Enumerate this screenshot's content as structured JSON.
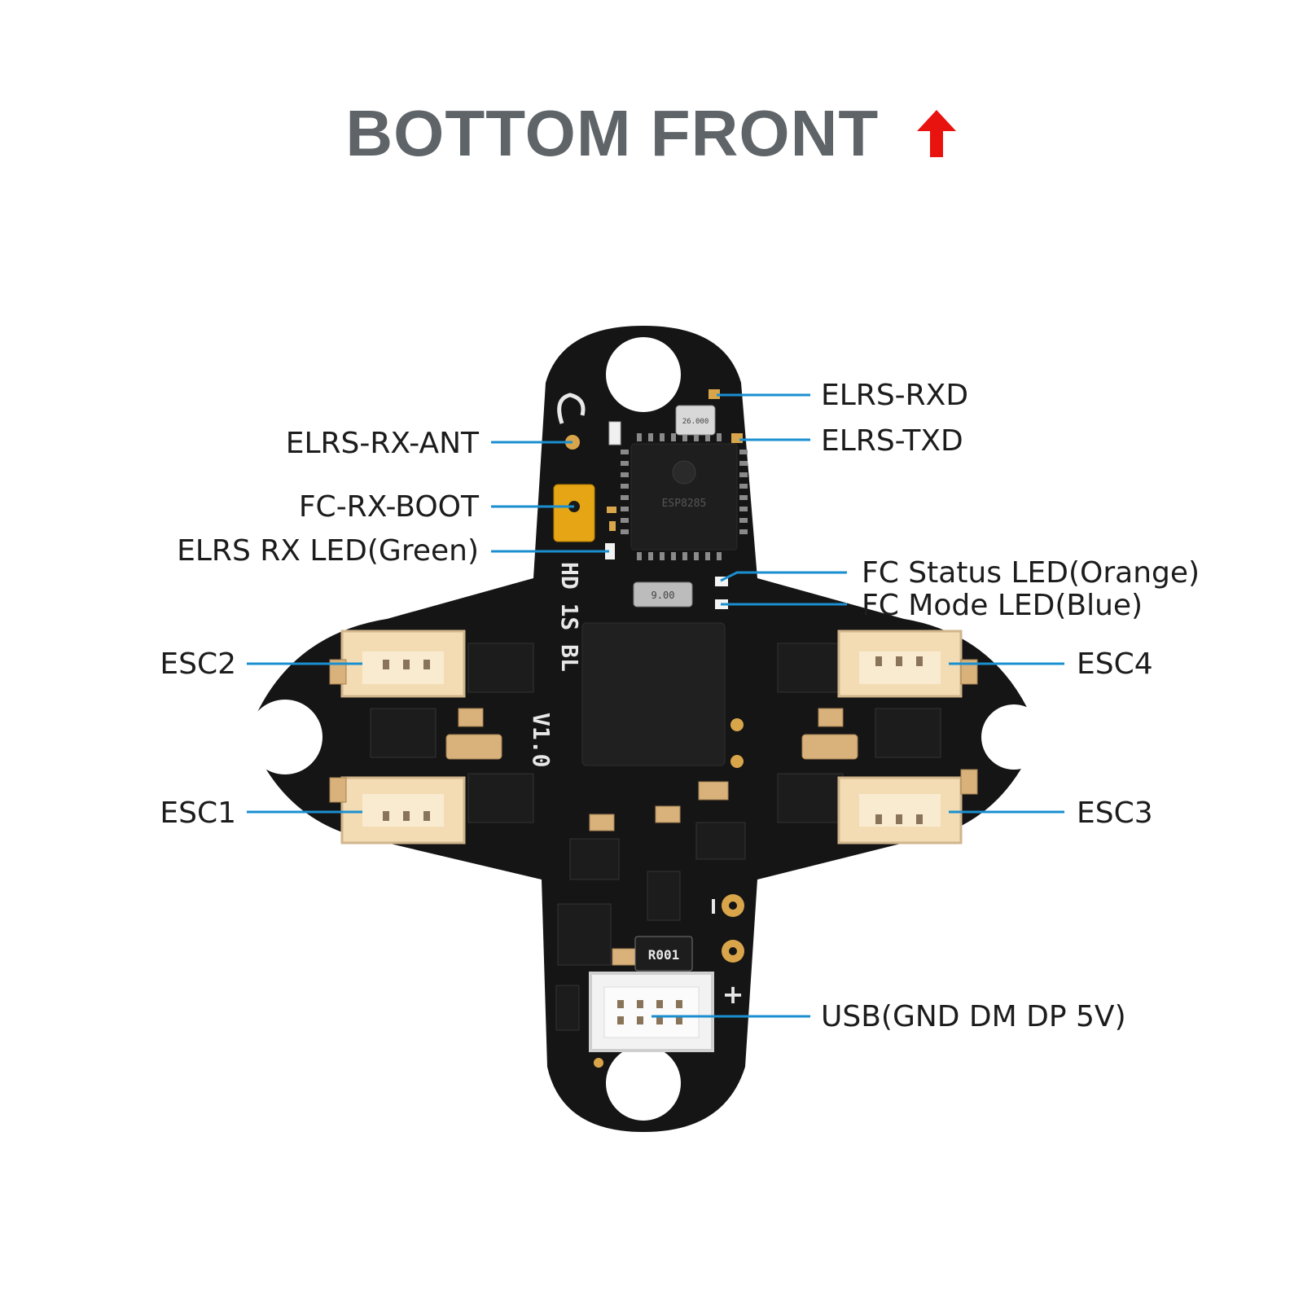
{
  "heading": {
    "text": "BOTTOM FRONT",
    "arrow_icon": "up-arrow-icon",
    "arrow_color": "#e8130f"
  },
  "board": {
    "silkscreen": [
      "HD 1S BL",
      "V1.0"
    ],
    "chip_marks": [
      "ESP8285",
      "9.00",
      "R001",
      "26.000"
    ]
  },
  "callouts": [
    {
      "id": "elrs-rxd",
      "text": "ELRS-RXD"
    },
    {
      "id": "elrs-txd",
      "text": "ELRS-TXD"
    },
    {
      "id": "elrs-rx-ant",
      "text": "ELRS-RX-ANT"
    },
    {
      "id": "fc-rx-boot",
      "text": "FC-RX-BOOT"
    },
    {
      "id": "elrs-rx-led",
      "text": "ELRS RX LED(Green)"
    },
    {
      "id": "fc-status-led",
      "text": "FC Status LED(Orange)"
    },
    {
      "id": "fc-mode-led",
      "text": "FC Mode LED(Blue)"
    },
    {
      "id": "esc2",
      "text": "ESC2"
    },
    {
      "id": "esc4",
      "text": "ESC4"
    },
    {
      "id": "esc1",
      "text": "ESC1"
    },
    {
      "id": "esc3",
      "text": "ESC3"
    },
    {
      "id": "usb",
      "text": "USB(GND DM DP 5V)"
    }
  ],
  "colors": {
    "leader_line": "#1a8fd0",
    "board": "#111111",
    "connector": "#f3dcb4",
    "pad": "#d9a54a"
  }
}
